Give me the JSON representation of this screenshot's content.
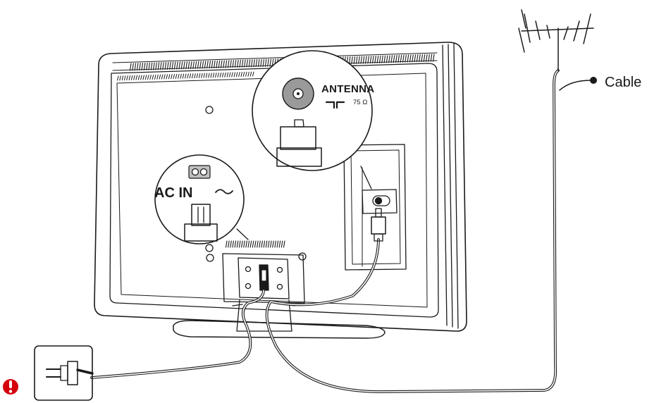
{
  "labels": {
    "cable": "Cable",
    "antenna": "ANTENNA",
    "impedance": "75 Ω",
    "ac_in": "AC IN"
  },
  "icons": {
    "warning": "exclamation-circle-icon",
    "ac_socket": "figure-eight-socket-icon",
    "antenna": "tv-antenna-icon",
    "wall_outlet": "wall-plug-icon"
  },
  "colors": {
    "line": "#1a1a1a",
    "warning": "#d4000b",
    "jack_fill": "#9a9a9a"
  }
}
